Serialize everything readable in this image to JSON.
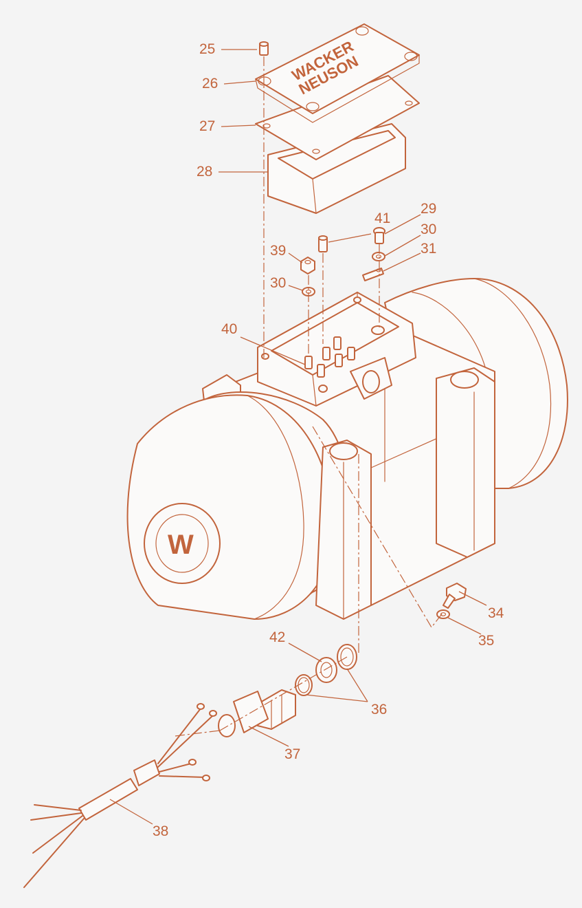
{
  "diagram": {
    "line_color": "#c2643c",
    "background": "#f4f4f4",
    "cover_brand_line1": "WACKER",
    "cover_brand_line2": "NEUSON",
    "logo_letter": "W",
    "callouts": [
      {
        "id": "c25",
        "label": "25"
      },
      {
        "id": "c26",
        "label": "26"
      },
      {
        "id": "c27",
        "label": "27"
      },
      {
        "id": "c28",
        "label": "28"
      },
      {
        "id": "c29",
        "label": "29"
      },
      {
        "id": "c30a",
        "label": "30"
      },
      {
        "id": "c31",
        "label": "31"
      },
      {
        "id": "c41",
        "label": "41"
      },
      {
        "id": "c39",
        "label": "39"
      },
      {
        "id": "c30b",
        "label": "30"
      },
      {
        "id": "c40",
        "label": "40"
      },
      {
        "id": "c34",
        "label": "34"
      },
      {
        "id": "c35",
        "label": "35"
      },
      {
        "id": "c42",
        "label": "42"
      },
      {
        "id": "c36",
        "label": "36"
      },
      {
        "id": "c37",
        "label": "37"
      },
      {
        "id": "c38",
        "label": "38"
      }
    ]
  }
}
